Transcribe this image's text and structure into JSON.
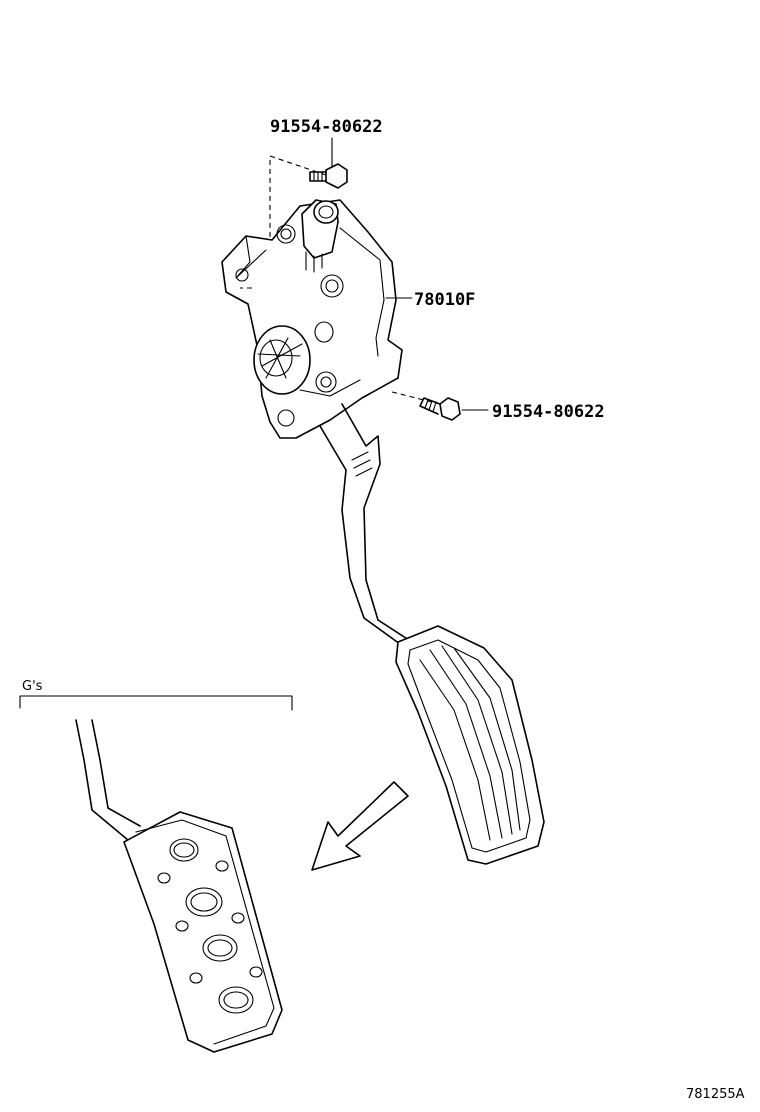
{
  "callouts": {
    "bolt_top": "91554-80622",
    "pedal_assembly": "78010F",
    "bolt_right": "91554-80622"
  },
  "variant_label": "G's",
  "illustration_code": "781255A"
}
